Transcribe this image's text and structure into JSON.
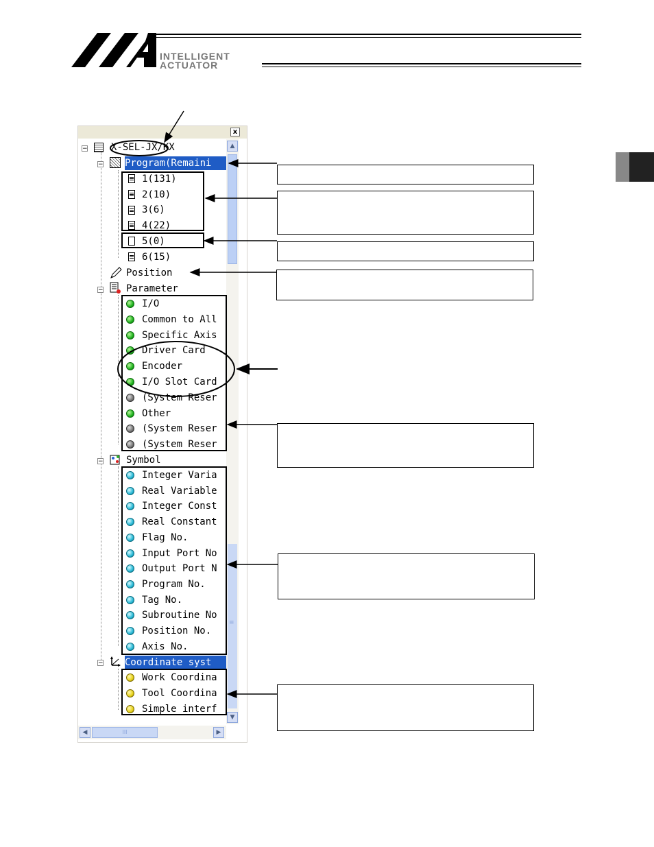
{
  "header": {
    "logo_name": "IAI",
    "brand_line1": "INTELLIGENT",
    "brand_line2": "ACTUATOR"
  },
  "window": {
    "close_label": "x",
    "scroll_up": "▲",
    "scroll_down": "▼",
    "scroll_left": "◀",
    "scroll_right": "▶",
    "thumb_grip": "III",
    "vthumb_grip": "≡"
  },
  "tree": {
    "root": "X-SEL-JX/KX",
    "program": "Program(Remaini",
    "programs": [
      "1(131)",
      "2(10)",
      "3(6)",
      "4(22)",
      "5(0)",
      "6(15)"
    ],
    "position": "Position",
    "parameter": "Parameter",
    "parameters": [
      "I/O",
      "Common to All",
      "Specific Axis",
      "Driver Card",
      "Encoder",
      "I/O Slot Card",
      "(System Reser",
      "Other",
      "(System Reser",
      "(System Reser"
    ],
    "parameter_status": [
      "green",
      "green",
      "green",
      "green",
      "green",
      "green",
      "gray",
      "green",
      "gray",
      "gray"
    ],
    "symbol": "Symbol",
    "symbols": [
      "Integer Varia",
      "Real Variable",
      "Integer Const",
      "Real Constant",
      "Flag No.",
      "Input Port No",
      "Output Port N",
      "Program No.",
      "Tag No.",
      "Subroutine No",
      "Position No.",
      "Axis No."
    ],
    "coordinate": "Coordinate syst",
    "coordinates": [
      "Work Coordina",
      "Tool Coordina",
      "Simple interf"
    ]
  },
  "colors": {
    "selection": "#1f5cc5",
    "scroll_track": "#f4f3ee"
  }
}
